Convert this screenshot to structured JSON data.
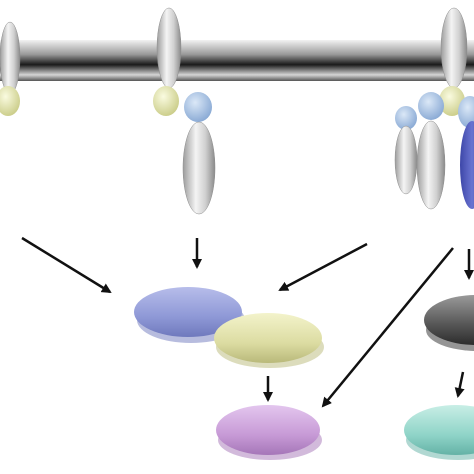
{
  "diagram": {
    "colors": {
      "membrane_light": "#e6e6e6",
      "membrane_dark": "#111111",
      "receptor_silver": "#c9c9c9",
      "ligand_yellow": "#e9ebb0",
      "ligand_blue": "#a9c4e4",
      "node_blue": "#8e98d6",
      "node_yellow": "#dcdca2",
      "node_purple": "#c79ad6",
      "node_dark": "#555555",
      "node_teal": "#8fd4c8",
      "arrow": "#111111"
    },
    "receptors": [
      "receptor-left",
      "receptor-middle",
      "receptor-right-cluster"
    ],
    "nodes": [
      "node-blue",
      "node-yellow",
      "node-purple",
      "node-dark",
      "node-teal"
    ]
  }
}
